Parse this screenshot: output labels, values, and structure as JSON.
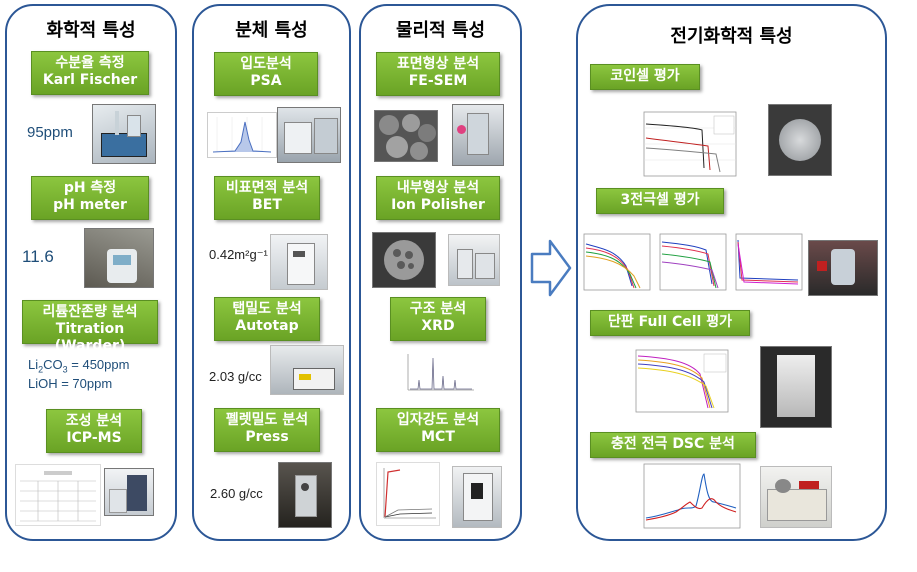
{
  "panels": {
    "chemical": {
      "title": "화학적 특성",
      "items": [
        {
          "label": "수분율 측정",
          "sub": "Karl Fischer",
          "value": "95ppm"
        },
        {
          "label": "pH 측정",
          "sub": "pH meter",
          "value": "11.6"
        },
        {
          "label": "리튬잔존량 분석",
          "sub": "Titration (Warder)",
          "value_li2co3_prefix": "Li",
          "value_li2co3_sub": "2",
          "value_li2co3_suffix": "CO",
          "value_li2co3_sub2": "3",
          "value_li2co3_tail": " = 450ppm",
          "value_lioh": "LiOH = 70ppm"
        },
        {
          "label": "조성 분석",
          "sub": "ICP-MS"
        }
      ]
    },
    "powder": {
      "title": "분체 특성",
      "items": [
        {
          "label": "입도분석",
          "sub": "PSA"
        },
        {
          "label": "비표면적 분석",
          "sub": "BET",
          "value": "0.42m²g⁻¹"
        },
        {
          "label": "탭밀도 분석",
          "sub": "Autotap",
          "value": "2.03 g/cc"
        },
        {
          "label": "펠렛밀도 분석",
          "sub": "Press",
          "value": "2.60 g/cc"
        }
      ]
    },
    "physical": {
      "title": "물리적 특성",
      "items": [
        {
          "label": "표면형상 분석",
          "sub": "FE-SEM"
        },
        {
          "label": "내부형상 분석",
          "sub": "Ion Polisher"
        },
        {
          "label": "구조 분석",
          "sub": "XRD"
        },
        {
          "label": "입자강도 분석",
          "sub": "MCT"
        }
      ]
    },
    "electrochemical": {
      "title": "전기화학적 특성",
      "items": [
        {
          "label": "코인셀 평가"
        },
        {
          "label": "3전극셀 평가"
        },
        {
          "label": "단판 Full Cell 평가"
        },
        {
          "label": "충전 전극 DSC 분석"
        }
      ]
    }
  },
  "colors": {
    "panel_border": "#2c5796",
    "green_box": "#7ab648",
    "value_text": "#1f4e79",
    "arrow": "#4a7cc0"
  },
  "icons": [
    "right-arrow-icon"
  ]
}
